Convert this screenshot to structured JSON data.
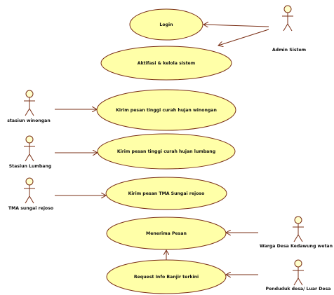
{
  "colors": {
    "usecase_fill": "#ffffa8",
    "usecase_stroke": "#7a2f16",
    "actor_fill": "#ffffcc",
    "actor_stroke": "#7a2f16",
    "line": "#7a2f16",
    "text": "#111111"
  },
  "use_cases": [
    {
      "id": "uc-login",
      "label": "Login"
    },
    {
      "id": "uc-aktifasi",
      "label": "Aktifasi & kelola sistem"
    },
    {
      "id": "uc-kirim-winongan",
      "label": "Kirim pesan tinggi curah hujan winongan"
    },
    {
      "id": "uc-kirim-lumbang",
      "label": "Kirim pesan tinggi curah hujan lumbang"
    },
    {
      "id": "uc-kirim-tma",
      "label": "Kirim pesan TMA Sungai rejoso"
    },
    {
      "id": "uc-menerima",
      "label": "Menerima Pesan"
    },
    {
      "id": "uc-request",
      "label": "Request Info Banjir terkini"
    }
  ],
  "actors": [
    {
      "id": "actor-admin",
      "label": "Admin Sistem"
    },
    {
      "id": "actor-winongan",
      "label": "stasiun  winongan"
    },
    {
      "id": "actor-lumbang",
      "label": "Stasiun Lumbang"
    },
    {
      "id": "actor-tma",
      "label": "TMA sungai rejoso"
    },
    {
      "id": "actor-warga",
      "label": "Warga Desa Kedawung wetan"
    },
    {
      "id": "actor-penduduk",
      "label": "Penduduk desa/ Luar Desa"
    }
  ]
}
